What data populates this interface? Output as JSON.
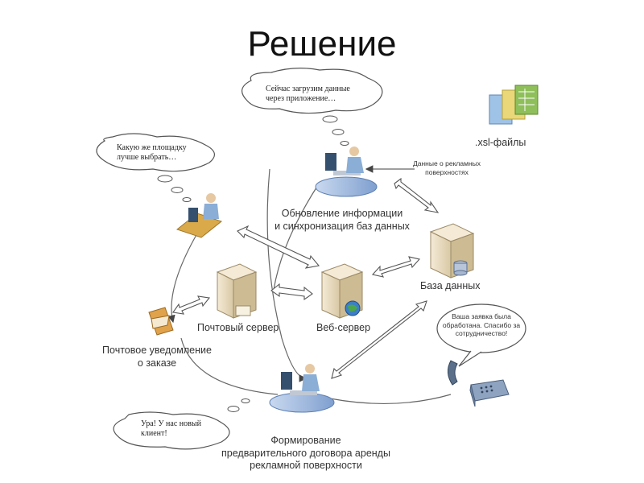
{
  "title": "Решение",
  "bubbles": {
    "app_upload": [
      "Сейчас загрузим данные",
      "через приложение…"
    ],
    "which_surface": [
      "Какую же площадку",
      "лучше выбрать…"
    ],
    "new_client": [
      "Ура! У нас новый",
      "клиент!"
    ],
    "request_done": [
      "Ваша заявка была",
      "обработана. Спасибо за",
      "сотрудничество!"
    ]
  },
  "labels": {
    "xsl_files": ".xsl-файлы",
    "ad_data": [
      "Данные о рекламных",
      "поверхностях"
    ],
    "sync": [
      "Обновление информации",
      "и синхронизация баз данных"
    ],
    "database": "База данных",
    "mail_server": "Почтовый сервер",
    "web_server": "Веб-сервер",
    "mail_notice": [
      "Почтовое уведомление",
      "о заказе"
    ],
    "contract": [
      "Формирование",
      "предварительного договора аренды",
      "рекламной поверхности"
    ]
  },
  "colors": {
    "server_body": "#e8dcc2",
    "server_shade": "#c9b894",
    "person": "#8aaed6",
    "platform": "#9fb9dc",
    "arrow": "#ffffff",
    "arrow_stroke": "#555555",
    "line": "#666666",
    "xls_green": "#8fbf5a",
    "xls_yellow": "#e9d77a",
    "xls_blue": "#9fc3e6"
  }
}
